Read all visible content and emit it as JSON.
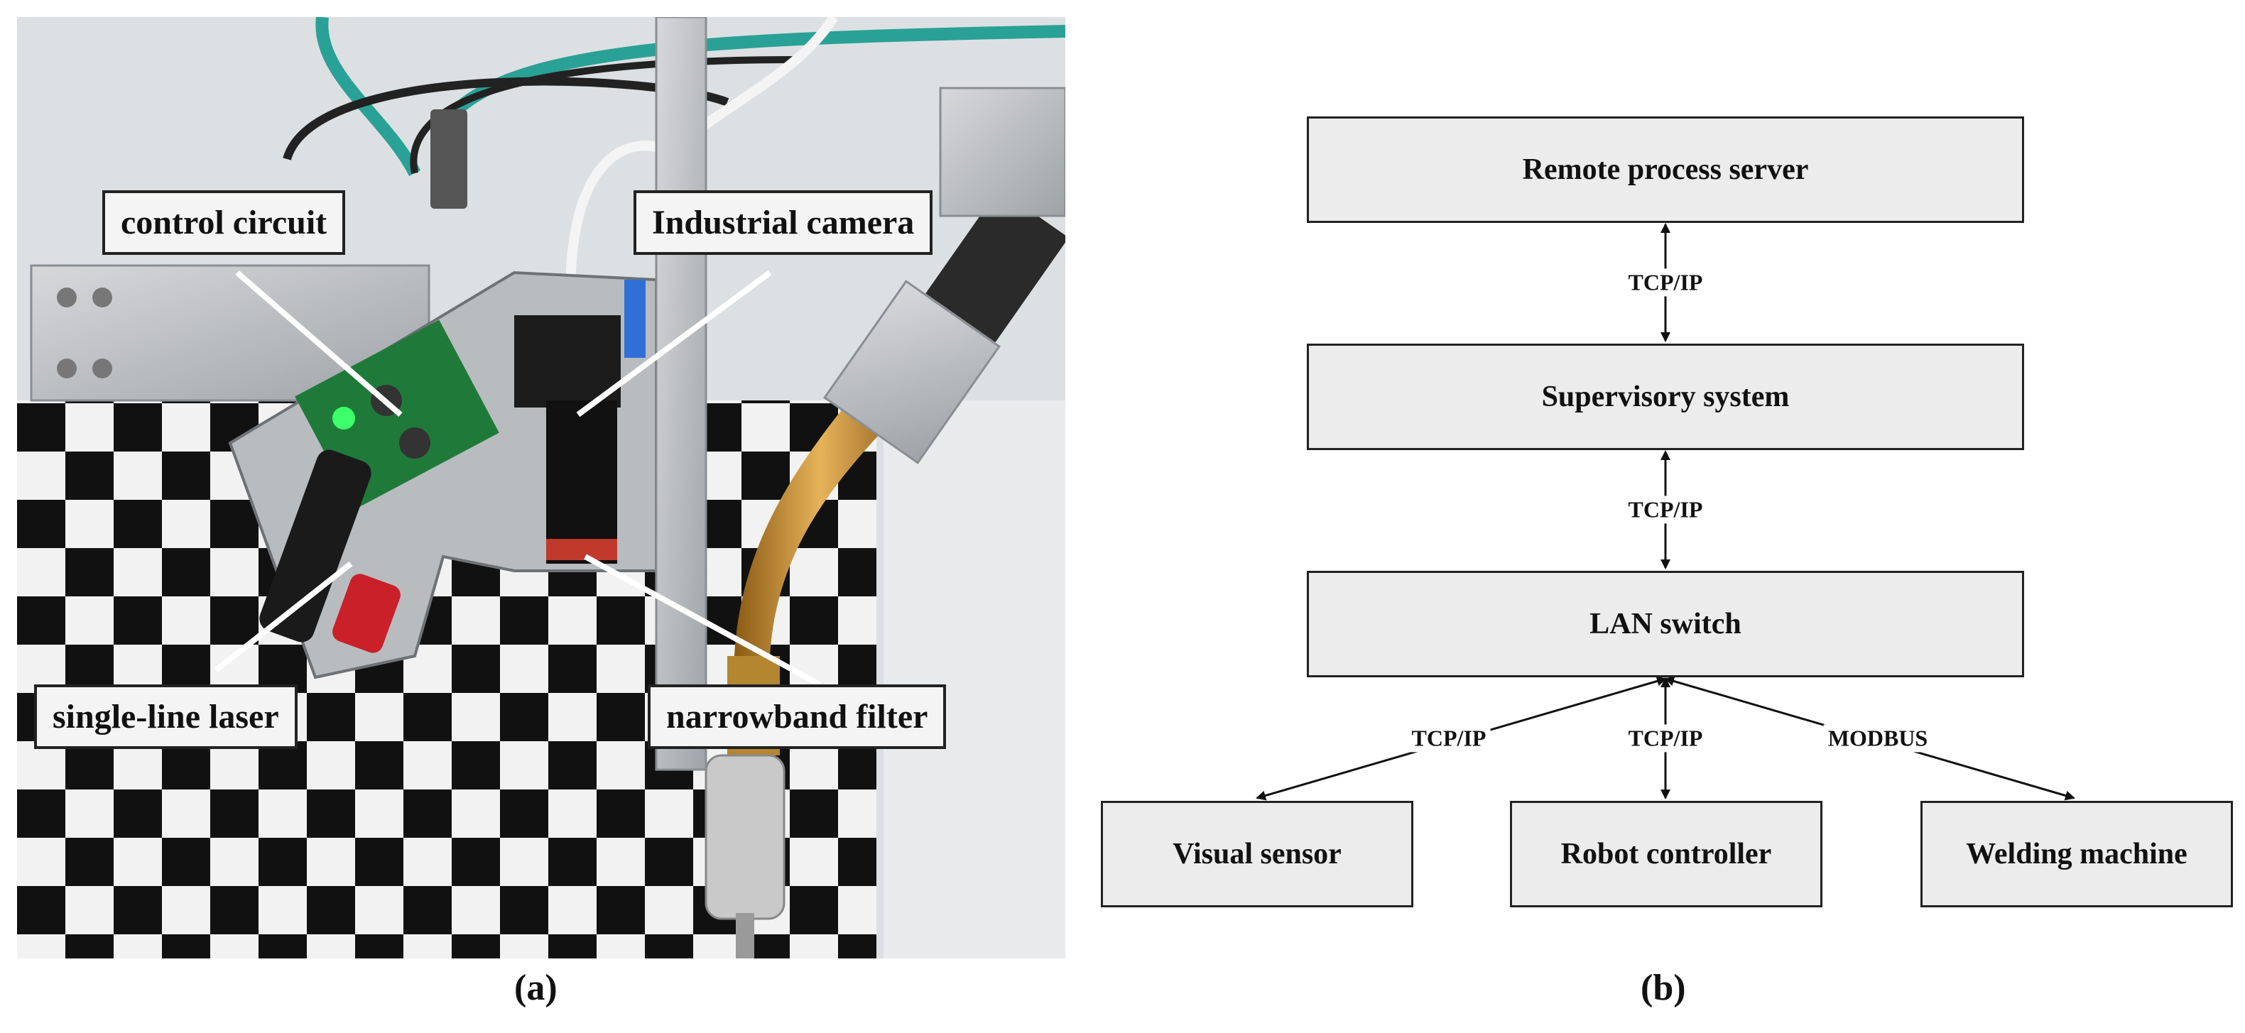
{
  "panel_a": {
    "label": "(a)",
    "callouts": {
      "control_circuit": "control circuit",
      "industrial_camera": "Industrial camera",
      "single_line_laser": "single-line laser",
      "narrowband_filter": "narrowband filter"
    }
  },
  "panel_b": {
    "label": "(b)",
    "nodes": {
      "remote_process_server": "Remote process server",
      "supervisory_system": "Supervisory system",
      "lan_switch": "LAN switch",
      "visual_sensor": "Visual sensor",
      "robot_controller": "Robot controller",
      "welding_machine": "Welding machine"
    },
    "edges": {
      "server_supervisory": "TCP/IP",
      "supervisory_lan": "TCP/IP",
      "lan_visual": "TCP/IP",
      "lan_robot": "TCP/IP",
      "lan_welding": "MODBUS"
    }
  }
}
